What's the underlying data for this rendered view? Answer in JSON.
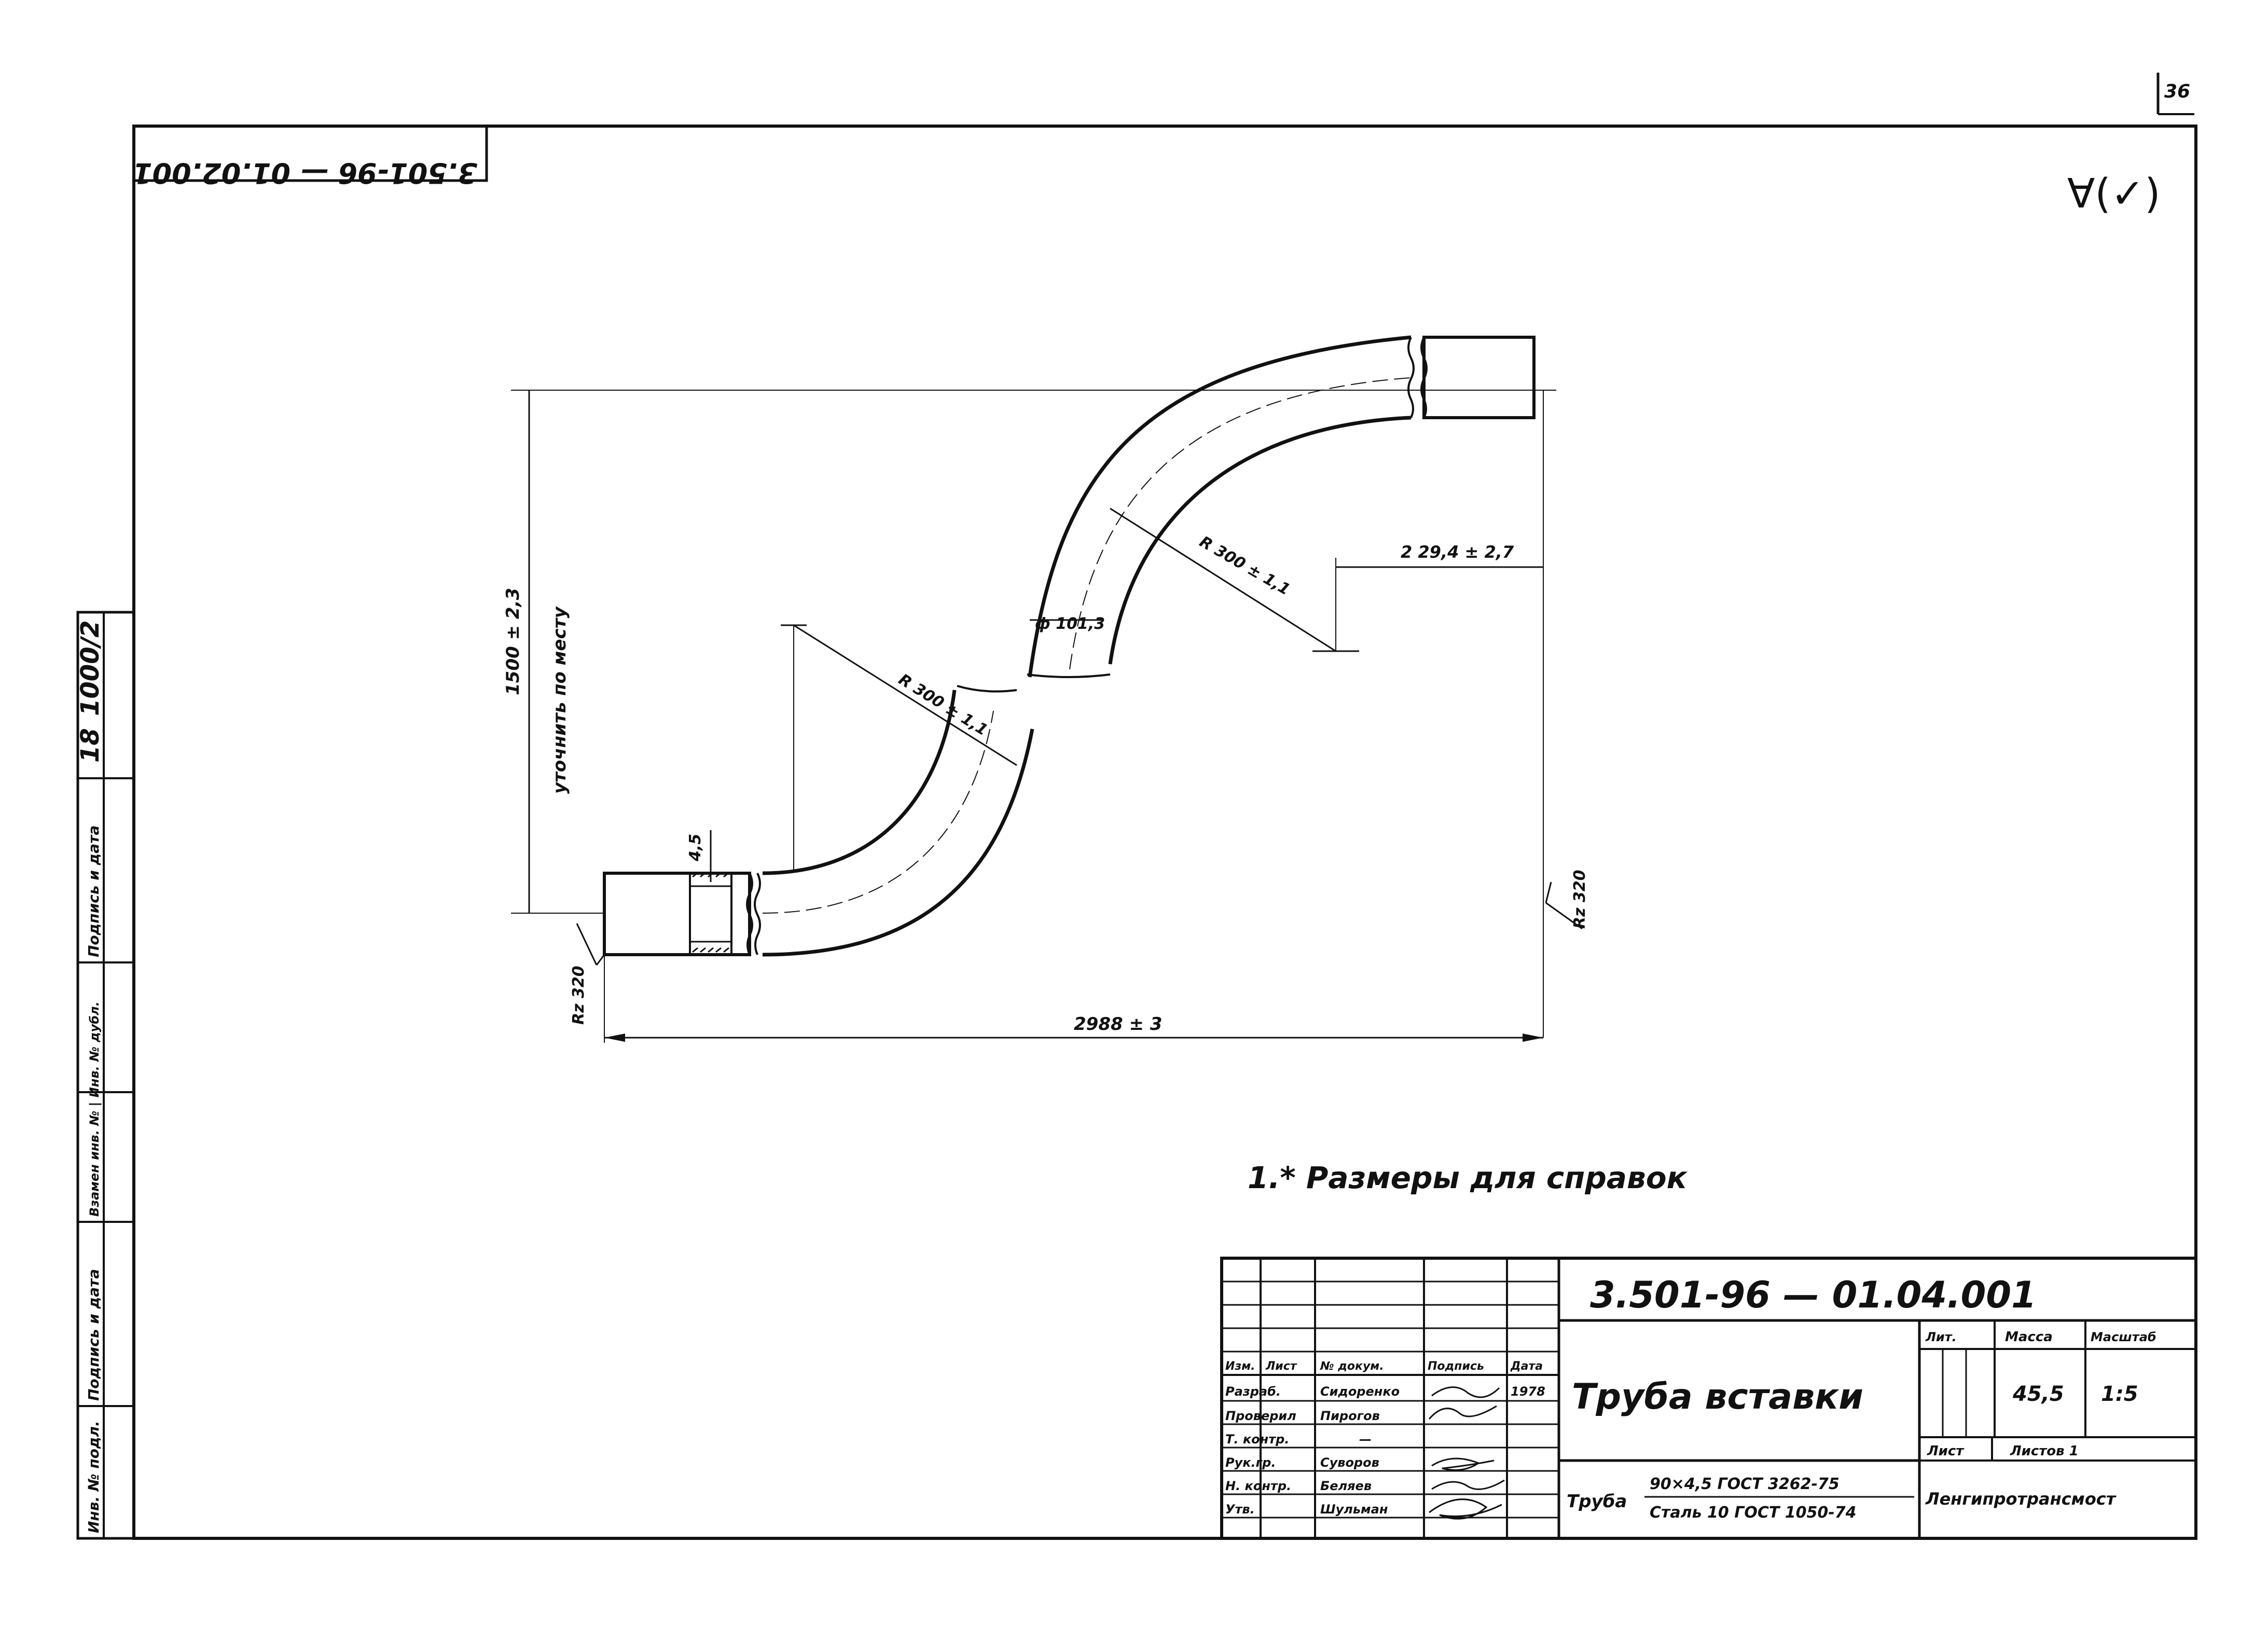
{
  "sheet": {
    "page_number": "36",
    "roughness_mark": "∀(✓)",
    "rotated_stamp": "3.501-96 — 01.02.001",
    "binder_stamp_a": "1000/2",
    "binder_stamp_b": "18"
  },
  "drawing": {
    "dim_height": "1500 ± 2,3",
    "note_fit": "уточнить по месту",
    "dim_offset": "2 29,4 ± 2,7",
    "radius_upper": "R 300 ± 1,1",
    "radius_lower": "R 300 ± 1,1",
    "diameter": "ф 101,3",
    "wall_thickness": "4,5",
    "roughness_left": "Rz 320",
    "roughness_right": "Rz 320",
    "dim_length": "2988 ± 3",
    "note_reference": "1.* Размеры для справок"
  },
  "left_strip": {
    "labels": [
      "Инв. № подл.",
      "Подпись и дата",
      "Взамен инв. № | Инв. № дубл.",
      "Подпись и дата"
    ]
  },
  "title_block": {
    "doc_code": "3.501-96 — 01.04.001",
    "title": "Труба вставки",
    "mark_label": "Труба",
    "material_line1": "90×4,5 ГОСТ 3262-75",
    "material_line2": "Сталь 10 ГОСТ 1050-74",
    "header_cols": [
      "Изм.",
      "Лист",
      "№ докум.",
      "Подпись",
      "Дата"
    ],
    "rows": [
      {
        "role": "Разраб.",
        "name": "Сидоренко",
        "date": "1978"
      },
      {
        "role": "Проверил",
        "name": "Пирогов",
        "date": ""
      },
      {
        "role": "Т. контр.",
        "name": "—",
        "date": ""
      },
      {
        "role": "Рук.гр.",
        "name": "Суворов",
        "date": ""
      },
      {
        "role": "Н. контр.",
        "name": "Беляев",
        "date": ""
      },
      {
        "role": "Утв.",
        "name": "Шульман",
        "date": ""
      }
    ],
    "lit_label": "Лит.",
    "mass_label": "Масса",
    "scale_label": "Масштаб",
    "mass_value": "45,5",
    "scale_value": "1:5",
    "sheet_label": "Лист",
    "sheets_label": "Листов 1",
    "organization": "Ленгипротрансмост"
  }
}
